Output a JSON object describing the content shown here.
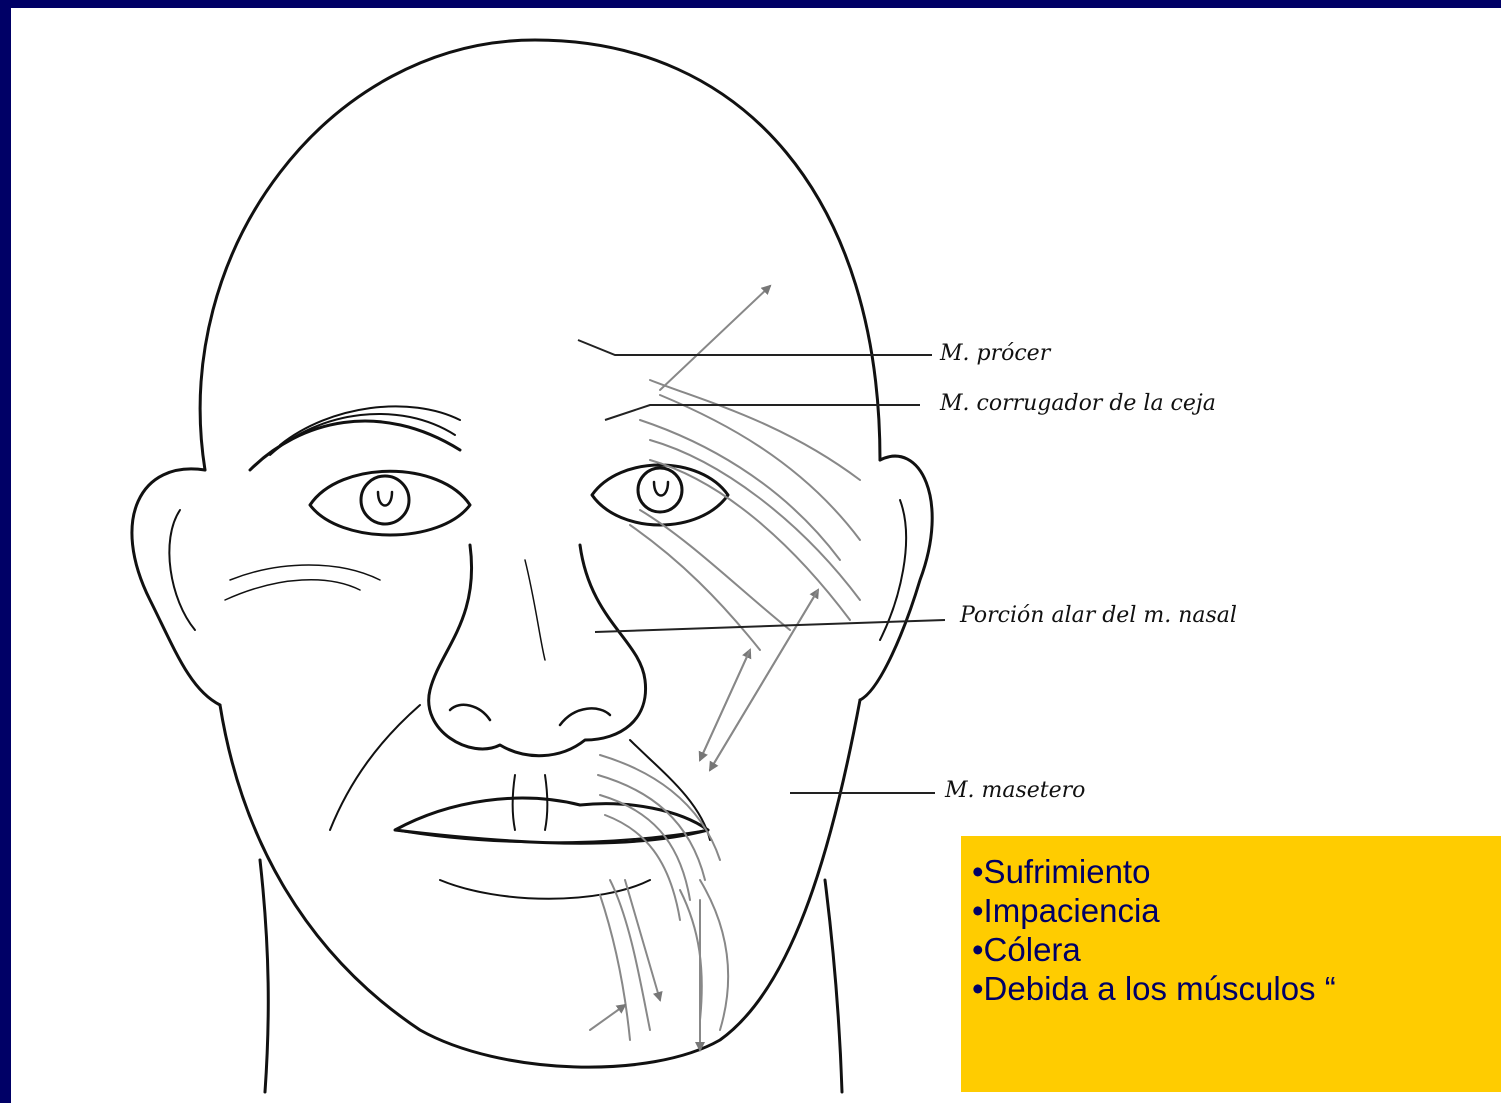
{
  "labels": {
    "procer": "M. prócer",
    "corrugador": "M. corrugador de la ceja",
    "nasal": "Porción alar del m. nasal",
    "masetero": "M. masetero"
  },
  "note": {
    "items": [
      "•Sufrimiento",
      "•Impaciencia",
      "•Cólera",
      "•Debida a los músculos “"
    ]
  },
  "colors": {
    "frame": "#000066",
    "note_bg": "#ffcc00",
    "note_text": "#000066",
    "muscle": "#888888"
  }
}
